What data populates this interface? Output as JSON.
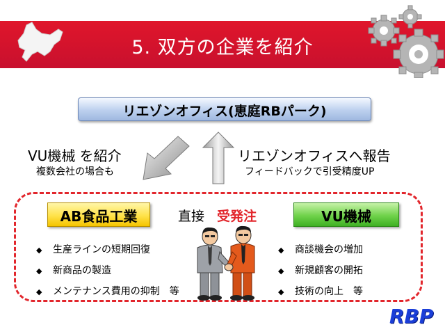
{
  "title": "5. 双方の企業を紹介",
  "office": "リエゾンオフィス(恵庭RBパーク)",
  "left_flow": {
    "main": "VU機械 を紹介",
    "sub": "複数会社の場合も"
  },
  "right_flow": {
    "main": "リエゾンオフィスへ報告",
    "sub": "フィードバックで引受精度UP"
  },
  "ab_company": {
    "name": "AB食品工業",
    "items": [
      "生産ラインの短期回復",
      "新商品の製造",
      "メンテナンス費用の抑制　等"
    ]
  },
  "vu_company": {
    "name": "VU機械",
    "items": [
      "商談機会の増加",
      "新規顧客の開拓",
      "技術の向上　等"
    ]
  },
  "center": {
    "prefix": "直接",
    "order": "受発注"
  },
  "bullet_icon": "diamond-bullet",
  "logo_text": "RBP",
  "colors": {
    "banner": "#d0142c",
    "accent_red": "#e2262c",
    "logo_blue": "#1a3ed8",
    "office_blue": "#bcd0ee",
    "ab_yellow": "#ffe24a",
    "vu_green": "#6fd24a"
  }
}
